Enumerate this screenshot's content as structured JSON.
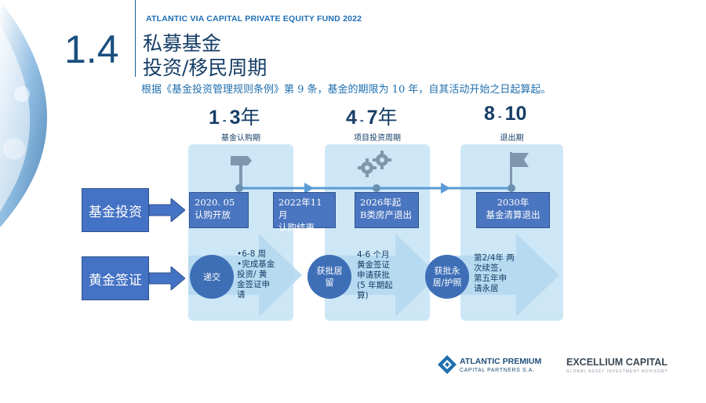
{
  "header": {
    "fund_name": "ATLANTIC VIA CAPITAL PRIVATE EQUITY FUND 2022",
    "section_number": "1.4",
    "title_line1": "私募基金",
    "title_line2": "投资/移民周期",
    "subtitle": "根据《基金投资管理规则条例》第 9 条，基金的期限为 10 年，自其活动开始之日起算起。"
  },
  "phases": [
    {
      "years_from": "1",
      "years_to": "3",
      "unit": "年",
      "label": "基金认购期"
    },
    {
      "years_from": "4",
      "years_to": "7",
      "unit": "年",
      "label": "项目投资周期"
    },
    {
      "years_from": "8",
      "years_to": "10",
      "unit": "",
      "label": "退出期"
    }
  ],
  "rows": {
    "fund_investment": "基金投资",
    "golden_visa": "黄金签证"
  },
  "timeline": [
    {
      "line1": "2020. 05",
      "line2": "认购开放"
    },
    {
      "line1": "2022年11月",
      "line2": "认购结束"
    },
    {
      "line1": "2026年起",
      "line2": "B类房产退出"
    },
    {
      "line1": "2030年",
      "line2": "基金清算退出"
    }
  ],
  "visa_steps": [
    {
      "circle": "递交",
      "note": [
        "•6-8 周",
        "•完成基金",
        "投资/ 黄",
        "金签证申",
        "请"
      ]
    },
    {
      "circle": "获批居留",
      "note": [
        "4-6 个月",
        "黄金签证",
        "申请获批",
        "(5 年期起",
        "算)"
      ]
    },
    {
      "circle": "获批永居/护照",
      "note": [
        "第2/4年 两",
        "次续签，",
        "第五年申",
        "请永居"
      ]
    }
  ],
  "logos": {
    "atlantic_line1": "ATLANTIC PREMIUM",
    "atlantic_line2": "CAPITAL PARTNERS S.A.",
    "excellium": "EXCELLIUM CAPITAL",
    "excellium_tagline": "GLOBAL ASSET INVESTMENT ADVISORY"
  },
  "colors": {
    "primary": "#1f5f8f",
    "box_blue": "#4472c4",
    "column_bg": "#cde7f7",
    "arrow_blue": "#5b9bd5"
  }
}
